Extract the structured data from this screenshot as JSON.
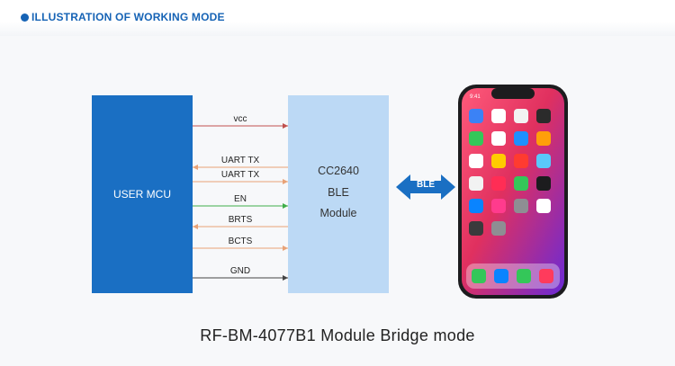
{
  "header": {
    "title": "ILLUSTRATION OF WORKING MODE"
  },
  "mcu": {
    "label": "USER MCU"
  },
  "module": {
    "line1": "CC2640",
    "line2": "BLE",
    "line3": "Module"
  },
  "signals": [
    {
      "name": "vcc",
      "direction": "to-module",
      "color": "#c0504d"
    },
    {
      "name": "UART TX",
      "direction": "to-mcu",
      "color": "#e8a277"
    },
    {
      "name": "UART TX",
      "direction": "to-module",
      "color": "#e8a277"
    },
    {
      "name": "EN",
      "direction": "to-module",
      "color": "#3fae49"
    },
    {
      "name": "BRTS",
      "direction": "to-mcu",
      "color": "#e8a277"
    },
    {
      "name": "BCTS",
      "direction": "to-module",
      "color": "#e8a277"
    },
    {
      "name": "GND",
      "direction": "to-module",
      "color": "#444444"
    }
  ],
  "link": {
    "label": "BLE"
  },
  "caption": "RF-BM-4077B1 Module Bridge mode",
  "colors": {
    "accent": "#1663b5",
    "mcu_box": "#1a6fc3",
    "module_box": "#bcd9f5",
    "ble_arrow": "#1a6fc3"
  }
}
